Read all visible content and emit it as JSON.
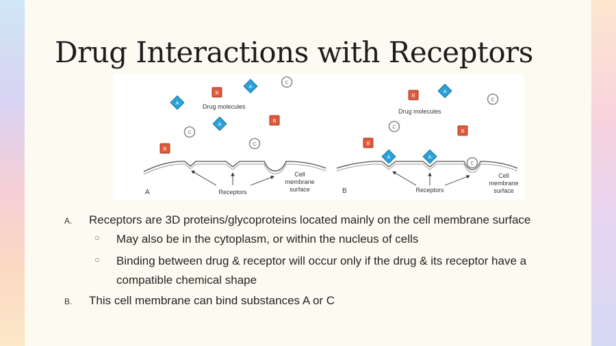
{
  "slide": {
    "title": "Drug Interactions with Receptors"
  },
  "figure": {
    "panel_a": {
      "label": "A",
      "drug_molecules_label": "Drug molecules",
      "receptors_label": "Receptors",
      "membrane_label_line1": "Cell",
      "membrane_label_line2": "membrane",
      "membrane_label_line3": "surface"
    },
    "panel_b": {
      "label": "B",
      "drug_molecules_label": "Drug molecules",
      "receptors_label": "Receptors",
      "membrane_label_line1": "Cell",
      "membrane_label_line2": "membrane",
      "membrane_label_line3": "surface"
    },
    "molecule_letters": {
      "a": "A",
      "b": "B",
      "c": "C"
    },
    "colors": {
      "a_diamond": "#29a3d9",
      "b_square": "#e05a3c",
      "c_circle": "#8a8a8a"
    }
  },
  "bullets": [
    {
      "marker": "A.",
      "text": "Receptors are 3D proteins/glycoproteins located mainly on the cell membrane surface",
      "subitems": [
        {
          "marker": "○",
          "text": "May also be in the cytoplasm, or within the nucleus of cells"
        },
        {
          "marker": "○",
          "text": "Binding between drug & receptor will occur only if the drug & its receptor have a compatible chemical shape"
        }
      ]
    },
    {
      "marker": "B.",
      "text": "This cell membrane can bind substances A or C",
      "subitems": []
    }
  ]
}
